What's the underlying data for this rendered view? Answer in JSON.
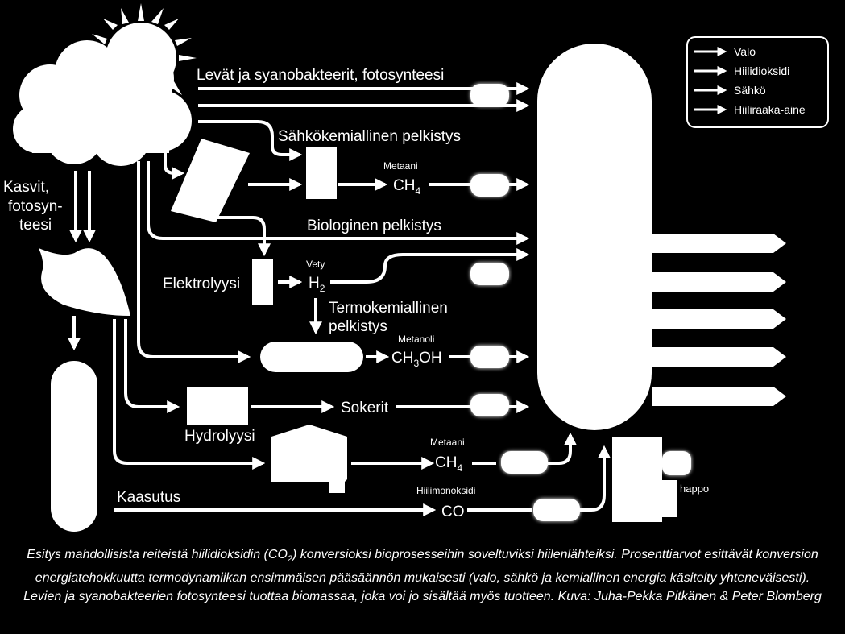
{
  "diagram": {
    "labels": {
      "algae_photosynthesis": "Levät ja syanobakteerit, fotosynteesi",
      "electrochemical": "Sähkökemiallinen pelkistys",
      "biological": "Biologinen pelkistys",
      "electrolysis": "Elektrolyysi",
      "thermochemical_1": "Termokemiallinen",
      "thermochemical_2": "pelkistys",
      "hydrolysis": "Hydrolyysi",
      "gasification": "Kaasutus",
      "plants_1": "Kasvit,",
      "plants_2": "fotosyn-",
      "plants_3": "teesi",
      "acid": "happo"
    },
    "products": {
      "methane_label": "Metaani",
      "methane_base": "CH",
      "methane_sub": "4",
      "hydrogen_label": "Vety",
      "hydrogen_base": "H",
      "hydrogen_sub": "2",
      "methanol_label": "Metanoli",
      "methanol_a": "CH",
      "methanol_sub": "3",
      "methanol_b": "OH",
      "sugars": "Sokerit",
      "methane2_label": "Metaani",
      "methane2_base": "CH",
      "methane2_sub": "4",
      "co_label": "Hiilimonoksidi",
      "co": "CO"
    },
    "legend": [
      {
        "label": "Valo"
      },
      {
        "label": "Hiilidioksidi"
      },
      {
        "label": "Sähkö"
      },
      {
        "label": "Hiiliraaka-aine"
      }
    ]
  },
  "caption": {
    "part1": "Esitys mahdollisista reiteistä hiilidioksidin (CO",
    "sub": "2",
    "part2": ") konversioksi bioprosesseihin soveltuviksi hiilenlähteiksi. Prosenttiarvot esittävät konversion energiatehokkuutta termodynamiikan ensimmäisen pääsäännön mukaisesti (valo, sähkö ja kemiallinen energia käsitelty yhteneväisesti). Levien ja syanobakteerien fotosynteesi tuottaa biomassaa, joka voi jo sisältää  myös tuotteen. Kuva: Juha-Pekka Pitkänen & Peter Blomberg"
  }
}
